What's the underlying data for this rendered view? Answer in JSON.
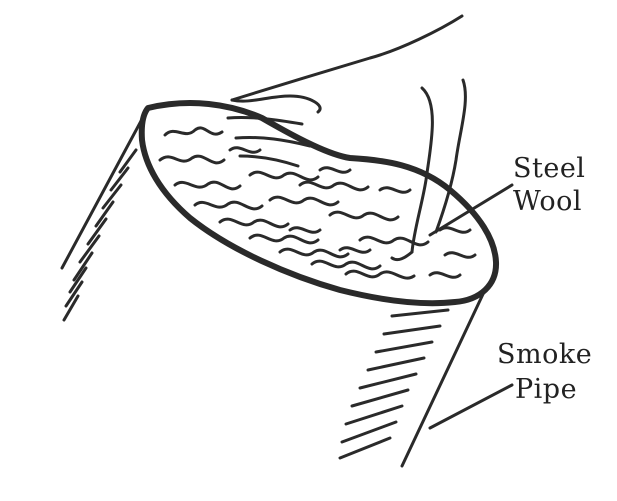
{
  "labels": {
    "steel_wool_line1": "Steel",
    "steel_wool_line2": "Wool",
    "smoke_pipe_line1": "Smoke",
    "smoke_pipe_line2": "Pipe"
  },
  "colors": {
    "ink": "#2a2a2a",
    "paper": "#ffffff"
  }
}
